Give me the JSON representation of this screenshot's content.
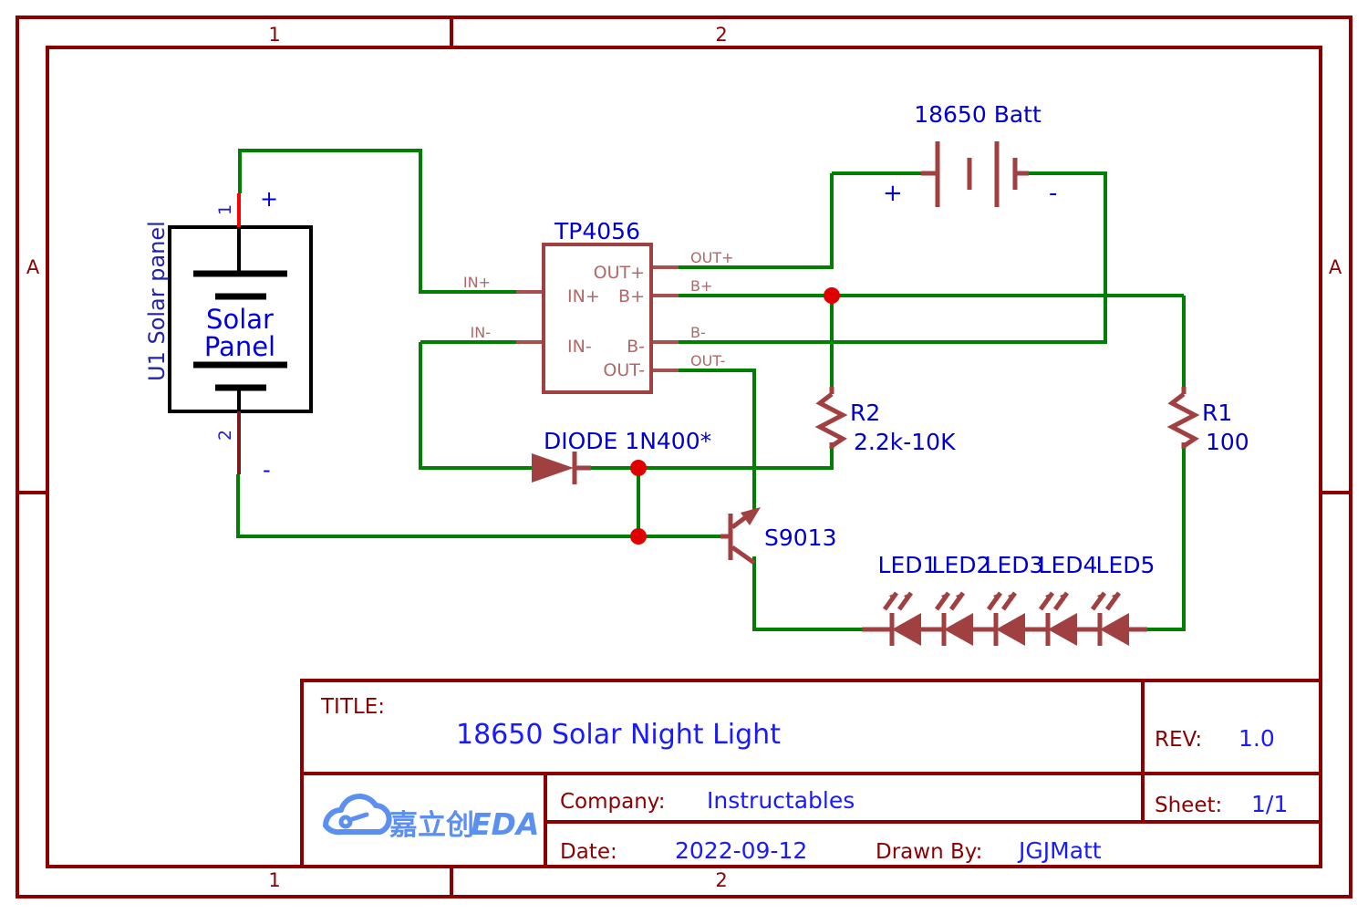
{
  "sheet": {
    "zones_top": [
      "1",
      "2"
    ],
    "zones_bottom": [
      "1",
      "2"
    ],
    "zones_left": [
      "A"
    ],
    "zones_right": [
      "A"
    ],
    "colors": {
      "frame": "#8b0000",
      "wire": "#008000",
      "component": "#a04040",
      "designator": "#0000cc",
      "netlabel": "#b06868",
      "junction": "#e00000",
      "logo": "#5b8ff0"
    }
  },
  "components": {
    "solar_panel": {
      "designator": "U1 Solar panel",
      "body_label_line1": "Solar",
      "body_label_line2": "Panel",
      "pin1_number": "1",
      "pin1_polarity": "+",
      "pin2_number": "2",
      "pin2_polarity": "-"
    },
    "tp4056": {
      "designator": "TP4056",
      "pins_left": [
        "IN+",
        "IN-"
      ],
      "pins_right": [
        "OUT+",
        "B+",
        "B-",
        "OUT-"
      ]
    },
    "battery": {
      "designator": "18650 Batt",
      "positive": "+",
      "negative": "-"
    },
    "diode": {
      "designator": "DIODE 1N400*"
    },
    "transistor": {
      "designator": "S9013"
    },
    "r2": {
      "designator": "R2",
      "value": "2.2k-10K"
    },
    "r1": {
      "designator": "R1",
      "value": "100"
    },
    "leds": [
      {
        "designator": "LED1"
      },
      {
        "designator": "LED2"
      },
      {
        "designator": "LED3"
      },
      {
        "designator": "LED4"
      },
      {
        "designator": "LED5"
      }
    ]
  },
  "net_labels": {
    "in_plus": "IN+",
    "in_minus": "IN-",
    "out_plus": "OUT+",
    "b_plus": "B+",
    "b_minus": "B-",
    "out_minus": "OUT-"
  },
  "title_block": {
    "title_label": "TITLE:",
    "title_value": "18650 Solar Night Light",
    "rev_label": "REV:",
    "rev_value": "1.0",
    "company_label": "Company:",
    "company_value": "Instructables",
    "sheet_label": "Sheet:",
    "sheet_value": "1/1",
    "date_label": "Date:",
    "date_value": "2022-09-12",
    "drawn_by_label": "Drawn By:",
    "drawn_by_value": "JGJMatt",
    "logo_cn": "嘉立创",
    "logo_en": "EDA"
  }
}
